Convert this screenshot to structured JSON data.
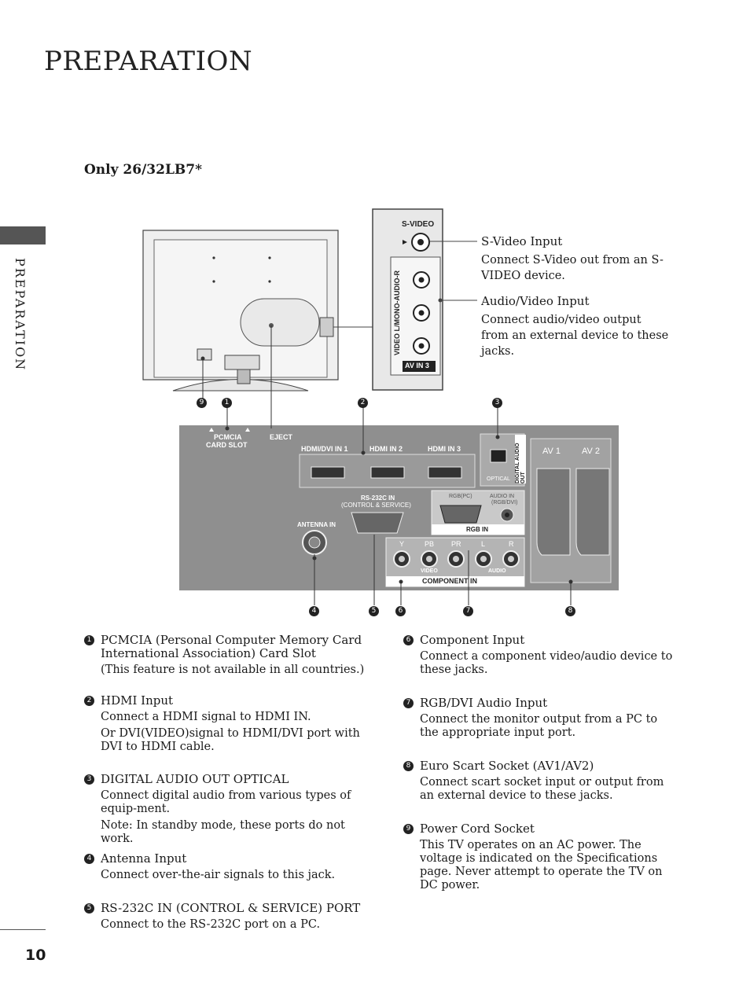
{
  "page": {
    "title": "PREPARATION",
    "side_label": "PREPARATION",
    "page_number": "10",
    "model": "Only 26/32LB7*"
  },
  "av_panel": {
    "s_video": "S-VIDEO",
    "vertical_label": "VIDEO L/MONO-AUDIO-R",
    "av_in": "AV IN 3"
  },
  "callouts": {
    "svideo_title": "S-Video Input",
    "svideo_body": "Connect S-Video out from an S-VIDEO device.",
    "av_title": "Audio/Video Input",
    "av_body": "Connect audio/video output from an external device to these jacks."
  },
  "panel": {
    "pcmcia": "PCMCIA",
    "card_slot": "CARD SLOT",
    "eject": "EJECT",
    "hdmi1": "HDMI/DVI IN 1",
    "hdmi2": "HDMI IN 2",
    "hdmi3": "HDMI IN 3",
    "optical": "OPTICAL",
    "digital_audio_out": "DIGITAL AUDIO OUT",
    "av1": "AV 1",
    "av2": "AV 2",
    "rs232": "RS-232C IN",
    "control_service": "(CONTROL & SERVICE)",
    "rgb_pc": "RGB(PC)",
    "audio_in": "AUDIO IN",
    "rgb_dvi": "(RGB/DVI)",
    "rgb_in": "RGB IN",
    "antenna_in": "ANTENNA IN",
    "y": "Y",
    "pb": "PB",
    "pr": "PR",
    "l": "L",
    "r": "R",
    "video": "VIDEO",
    "audio": "AUDIO",
    "component_in": "COMPONENT IN"
  },
  "markers": [
    "1",
    "2",
    "3",
    "4",
    "5",
    "6",
    "7",
    "8",
    "9"
  ],
  "items": [
    {
      "num": "1",
      "title": "PCMCIA (Personal Computer Memory Card International Association) Card Slot",
      "body": [
        "(This feature is not available in all countries.)"
      ]
    },
    {
      "num": "2",
      "title": "HDMI Input",
      "body": [
        "Connect a HDMI signal to HDMI IN.",
        "Or DVI(VIDEO)signal to HDMI/DVI port with DVI to HDMI cable."
      ]
    },
    {
      "num": "3",
      "title": "DIGITAL AUDIO OUT OPTICAL",
      "body": [
        "Connect digital audio from various types of equip-ment.",
        "Note: In standby mode, these ports do not work."
      ]
    },
    {
      "num": "4",
      "title": "Antenna Input",
      "body": [
        "Connect over-the-air signals to this jack."
      ]
    },
    {
      "num": "5",
      "title": "RS-232C IN (CONTROL & SERVICE) PORT",
      "body": [
        "Connect to the RS-232C port on a PC."
      ]
    },
    {
      "num": "6",
      "title": "Component Input",
      "body": [
        "Connect a component video/audio device to these jacks."
      ]
    },
    {
      "num": "7",
      "title": "RGB/DVI Audio Input",
      "body": [
        "Connect the monitor output from a PC to the appropriate input port."
      ]
    },
    {
      "num": "8",
      "title": "Euro Scart Socket (AV1/AV2)",
      "body": [
        "Connect scart socket input or output from an external device to these jacks."
      ]
    },
    {
      "num": "9",
      "title": "Power Cord Socket",
      "body": [
        "This TV operates on an AC power. The voltage is indicated on the Specifications page. Never attempt to operate the TV on DC power."
      ]
    }
  ]
}
